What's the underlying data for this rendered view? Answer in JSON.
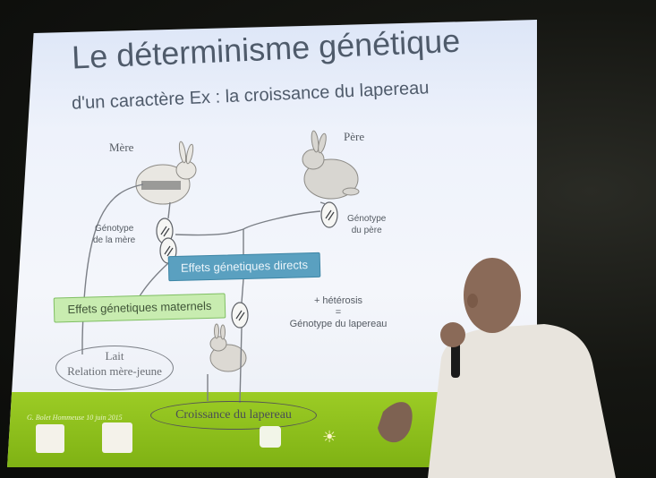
{
  "slide": {
    "title": "Le déterminisme génétique",
    "subtitle": "d'un caractère Ex : la croissance du lapereau",
    "mother_label": "Mère",
    "father_label": "Père",
    "mother_genotype": [
      "Génotype",
      "de la mère"
    ],
    "father_genotype": [
      "Génotype",
      "du père"
    ],
    "direct_effects": "Effets génetiques directs",
    "maternal_effects": "Effets génetiques maternels",
    "heterosis": [
      "+ hétérosis",
      "=",
      "Génotype du lapereau"
    ],
    "milk": [
      "Lait",
      "Relation mère-jeune"
    ],
    "growth": "Croissance du lapereau",
    "footer_credit": "G. Bolet  Hommeuse 10 juin 2015"
  },
  "colors": {
    "screen": "#eef2fb",
    "footer_band": "#8dc11c",
    "direct_box": "#5aa0c0",
    "maternal_box": "#c8ecb0"
  },
  "icons": [
    "rabbit-mother-icon",
    "rabbit-father-icon",
    "rabbit-young-icon",
    "chromosome-icon",
    "logo-icon",
    "sun-icon"
  ]
}
